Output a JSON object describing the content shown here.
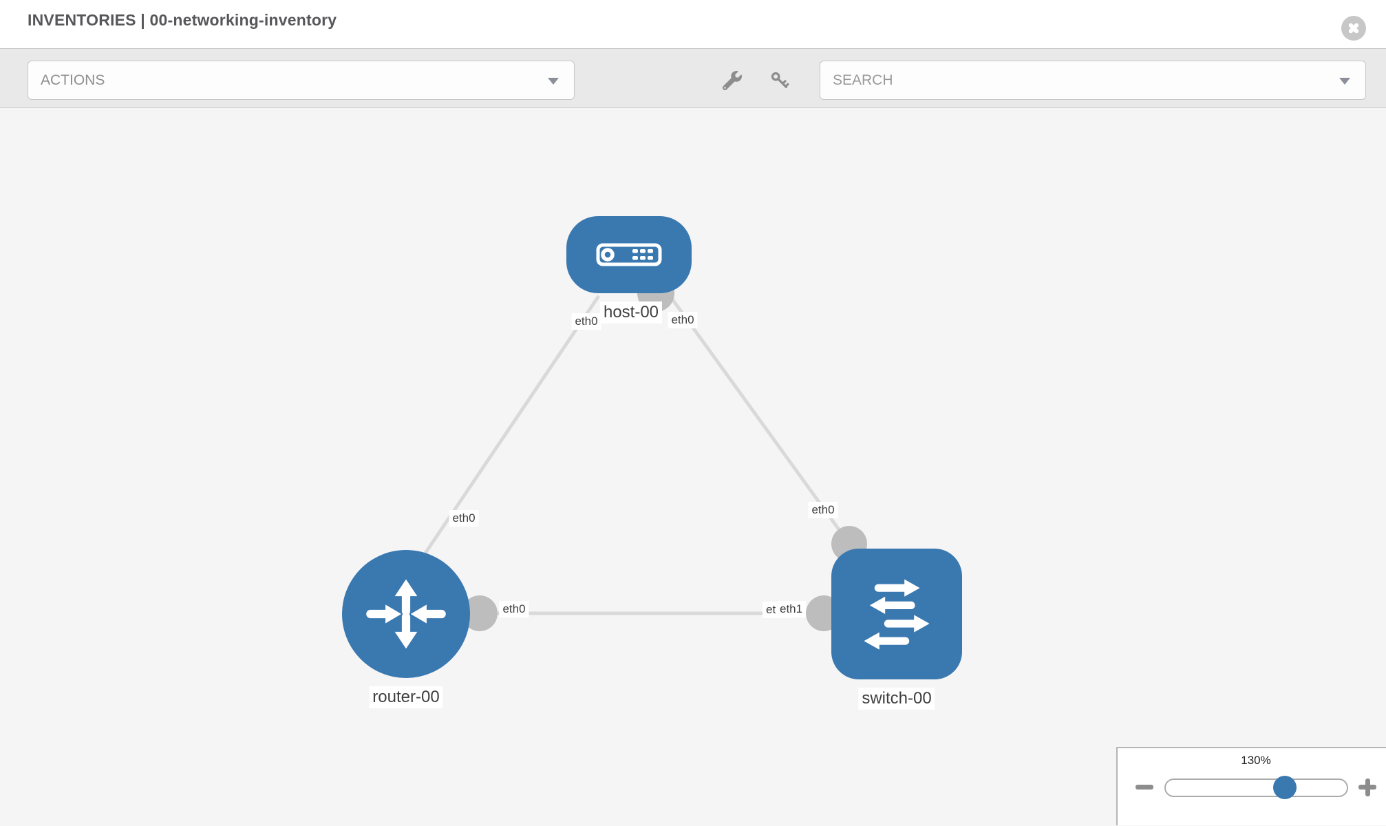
{
  "header": {
    "title": "INVENTORIES | 00-networking-inventory"
  },
  "toolbar": {
    "actions_label": "ACTIONS",
    "search_placeholder": "SEARCH",
    "icons": [
      "wrench-icon",
      "key-icon"
    ]
  },
  "topology": {
    "nodes": [
      {
        "id": "host-00",
        "type": "host",
        "label": "host-00"
      },
      {
        "id": "router-00",
        "type": "router",
        "label": "router-00"
      },
      {
        "id": "switch-00",
        "type": "switch",
        "label": "switch-00"
      }
    ],
    "links": [
      {
        "from": "host-00",
        "to": "router-00",
        "from_interface": "eth0",
        "to_interface": "eth0"
      },
      {
        "from": "host-00",
        "to": "switch-00",
        "from_interface": "eth0",
        "to_interface": "eth0"
      },
      {
        "from": "router-00",
        "to": "switch-00",
        "from_interface": "eth0",
        "to_interface": "eth1",
        "to_interface_overlapped": "eth0"
      }
    ]
  },
  "zoom_control": {
    "level": "130%",
    "icons": [
      "minus-icon",
      "plus-icon"
    ]
  },
  "colors": {
    "node_blue": "#3a78b0",
    "link_gray": "#d9d9d9",
    "interface_gray": "#bdbdbd",
    "toolbar_gray": "#e9e9e9",
    "canvas_gray": "#f5f5f5"
  }
}
